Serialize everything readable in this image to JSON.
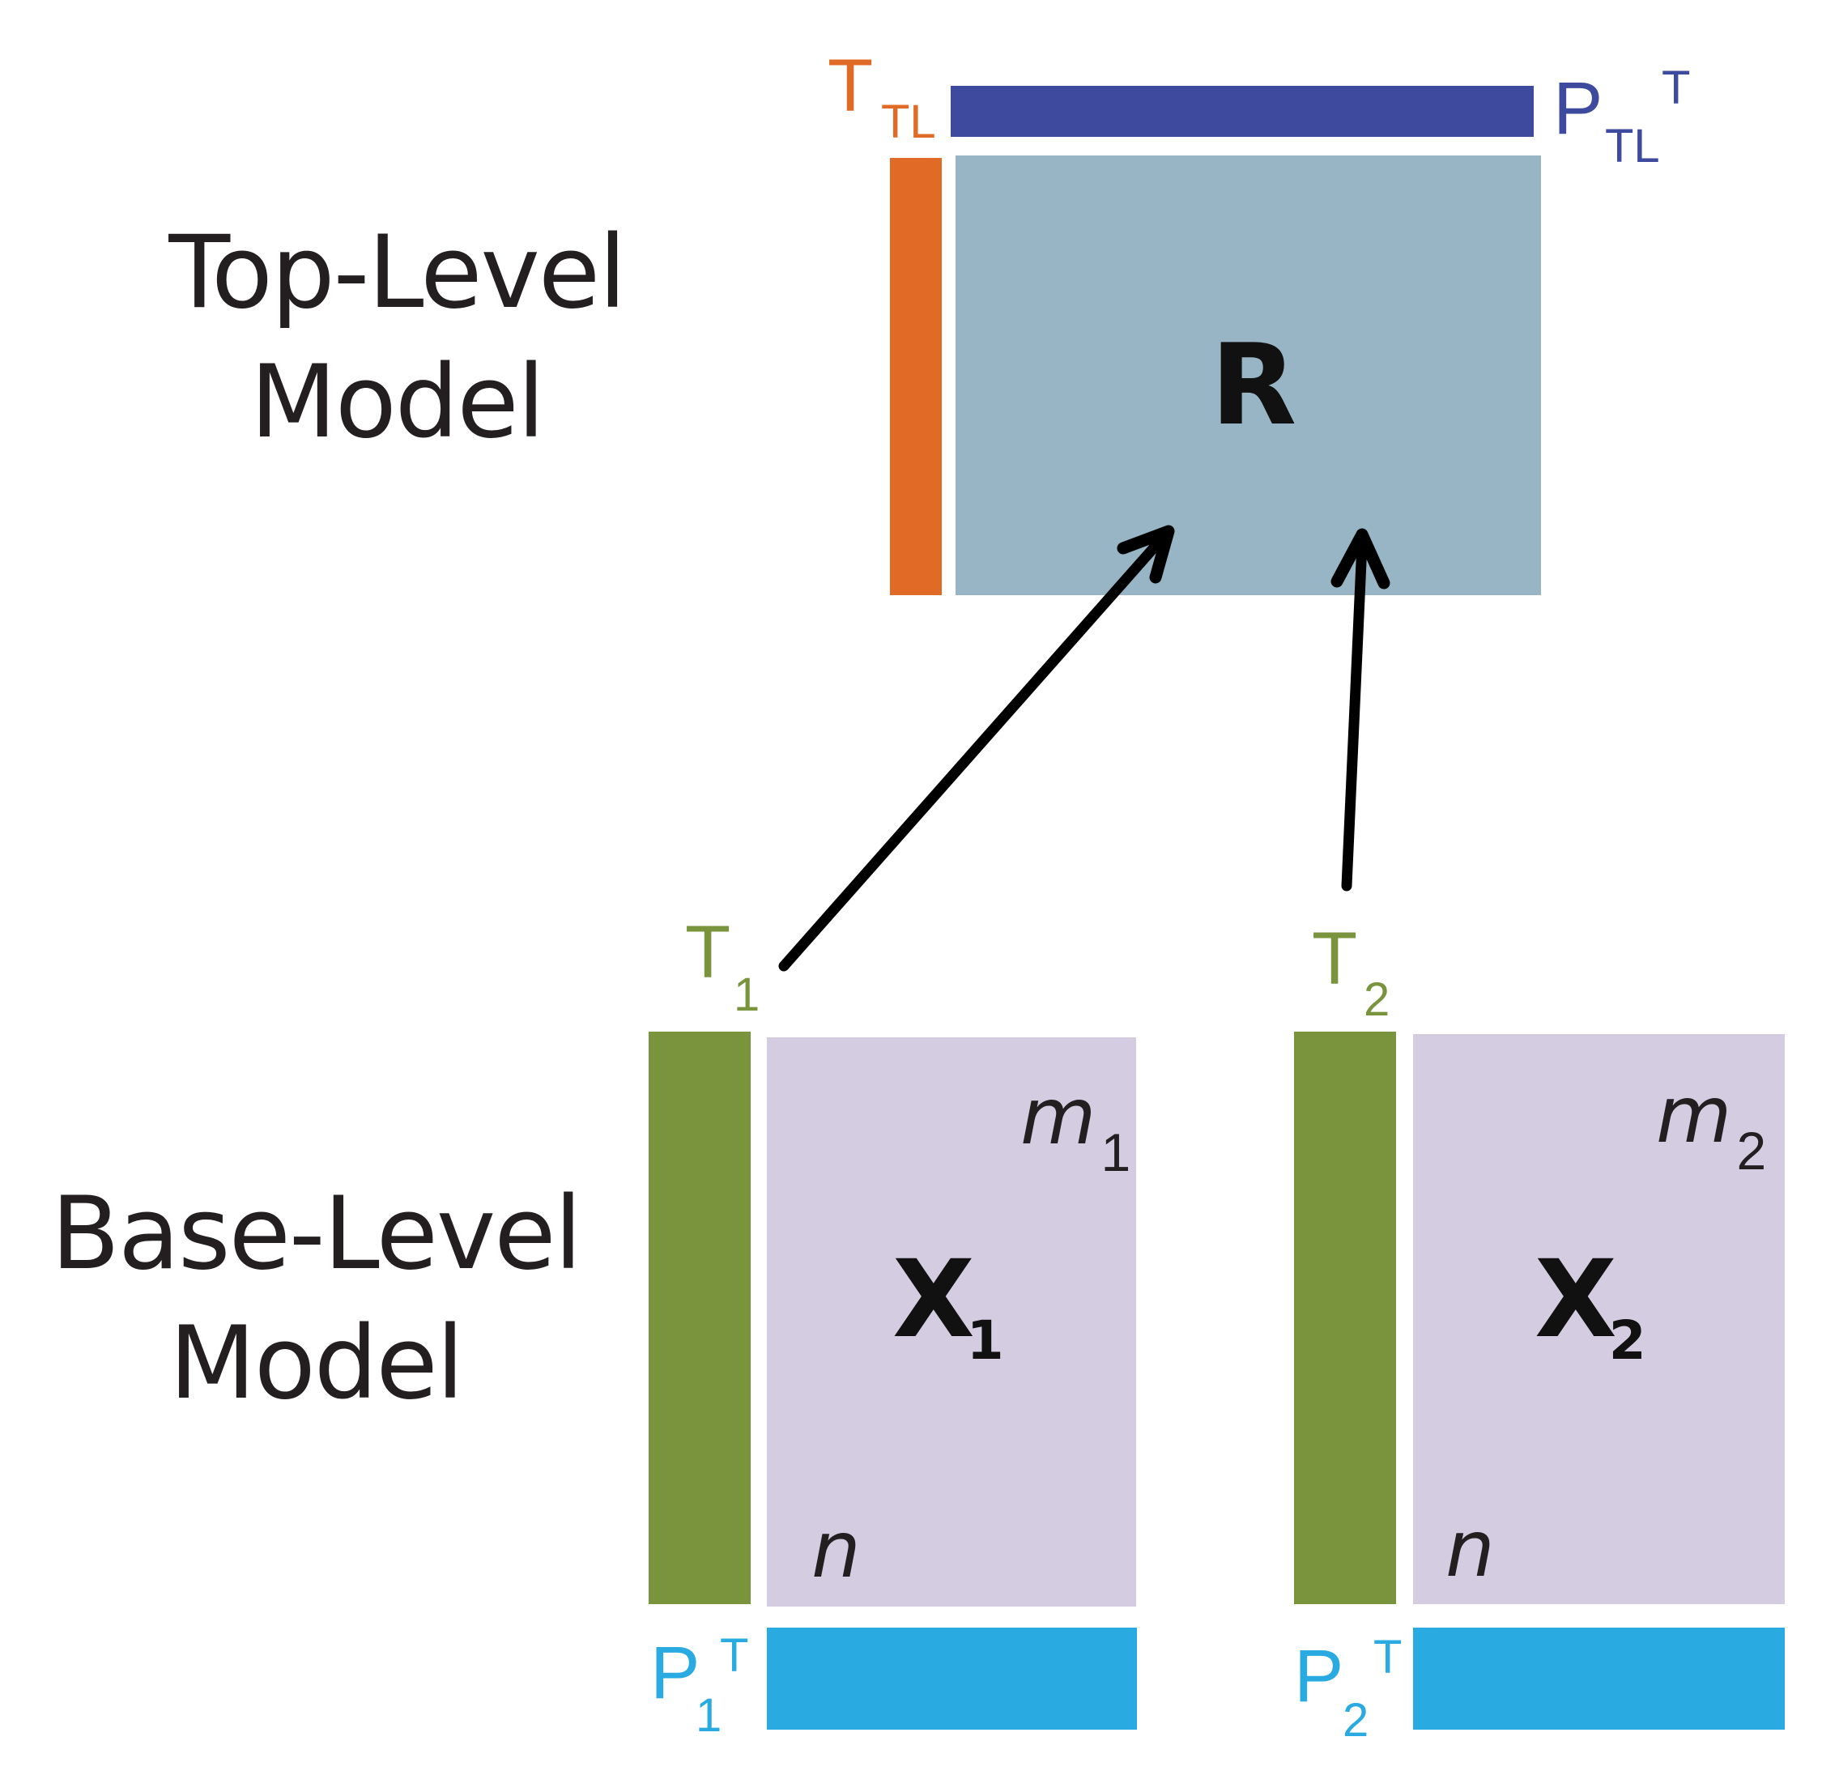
{
  "colors": {
    "scores_top": "#e16b26",
    "loadings_top": "#3d4a9e",
    "residual_block": "#98b5c6",
    "scores_base": "#79943d",
    "data_block": "#d4cce1",
    "loadings_base": "#29abe2",
    "text": "#231f20",
    "arrow": "#000000"
  },
  "levels": {
    "top": {
      "line1": "Top-Level",
      "line2": "Model"
    },
    "base": {
      "line1": "Base-Level",
      "line2": "Model"
    }
  },
  "top_model": {
    "scores": {
      "symbol": "T",
      "subscript": "TL"
    },
    "loadings": {
      "symbol": "P",
      "subscript": "TL",
      "superscript": "T"
    },
    "matrix": {
      "symbol": "R"
    }
  },
  "base_models": [
    {
      "scores": {
        "symbol": "T",
        "subscript": "1"
      },
      "loadings": {
        "symbol": "P",
        "subscript": "1",
        "superscript": "T"
      },
      "matrix": {
        "symbol": "X",
        "subscript": "1"
      },
      "columns": {
        "symbol": "m",
        "subscript": "1"
      },
      "rows": {
        "symbol": "n"
      }
    },
    {
      "scores": {
        "symbol": "T",
        "subscript": "2"
      },
      "loadings": {
        "symbol": "P",
        "subscript": "2",
        "superscript": "T"
      },
      "matrix": {
        "symbol": "X",
        "subscript": "2"
      },
      "columns": {
        "symbol": "m",
        "subscript": "2"
      },
      "rows": {
        "symbol": "n"
      }
    }
  ],
  "arrows": [
    {
      "from": "T1",
      "to": "R"
    },
    {
      "from": "T2",
      "to": "R"
    }
  ]
}
